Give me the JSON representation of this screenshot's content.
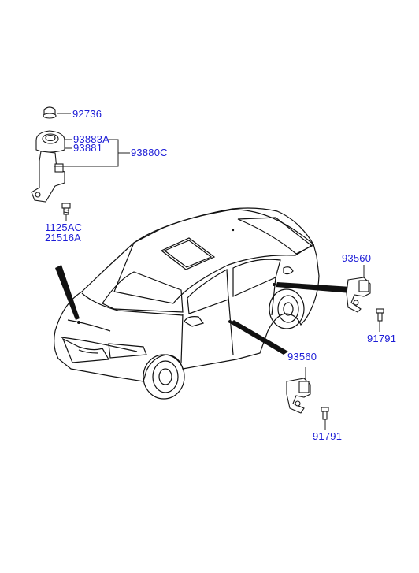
{
  "parts": {
    "cap": "92736",
    "unit_a": "93883A",
    "unit_b": "93881",
    "assembly": "93880C",
    "bolt_1": "1125AC",
    "bolt_2": "21516A",
    "sensor_rear": "93560",
    "screw_rear": "91791",
    "sensor_front": "93560",
    "screw_front": "91791"
  },
  "colors": {
    "label": "#1b1bd6",
    "line": "#222222"
  }
}
